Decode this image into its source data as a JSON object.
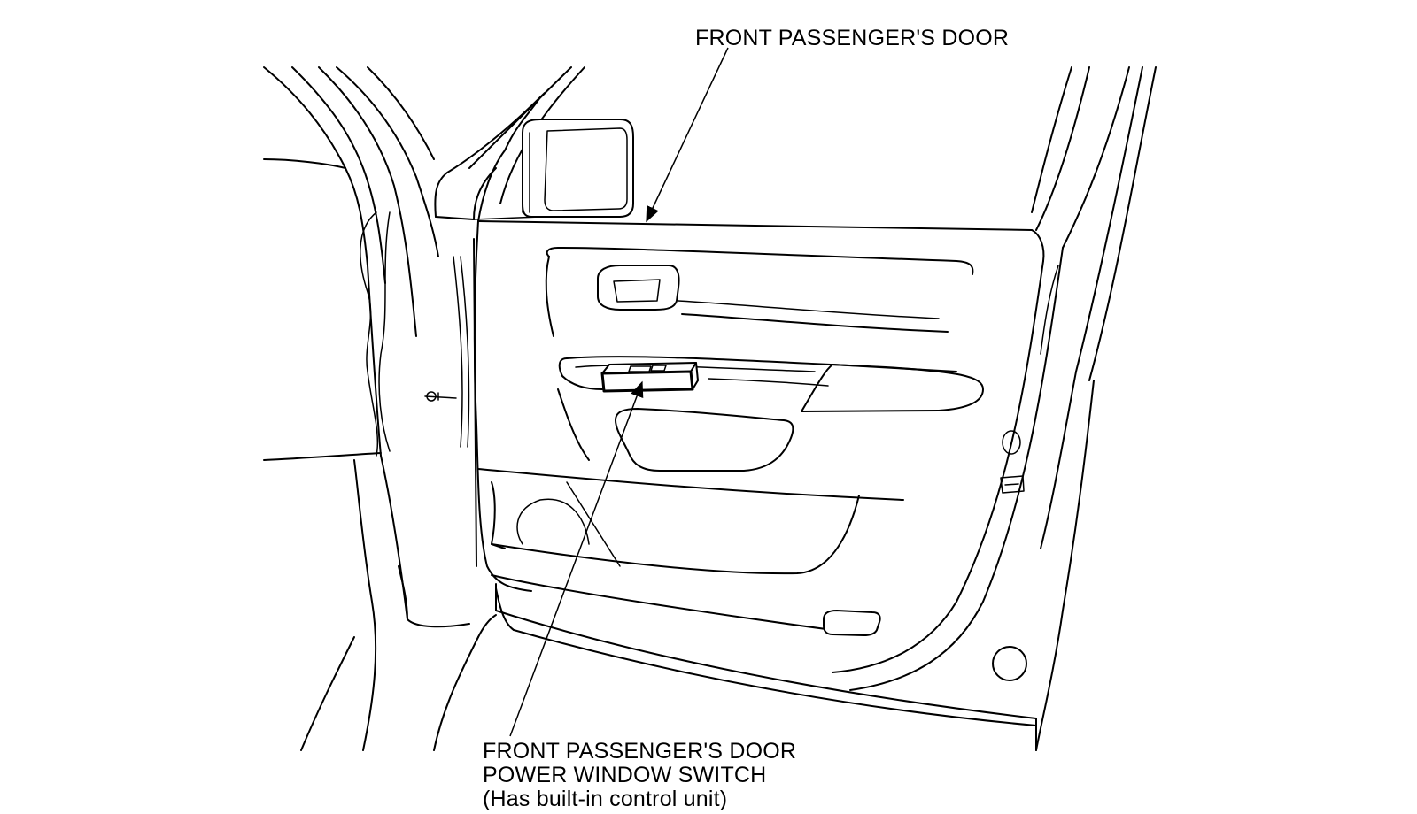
{
  "labels": {
    "front_door": "FRONT PASSENGER'S DOOR",
    "switch_line1": "FRONT PASSENGER'S DOOR",
    "switch_line2": "POWER WINDOW SWITCH",
    "switch_line3": "(Has built-in control unit)"
  },
  "style": {
    "line_color": "#000000",
    "background": "#ffffff"
  }
}
